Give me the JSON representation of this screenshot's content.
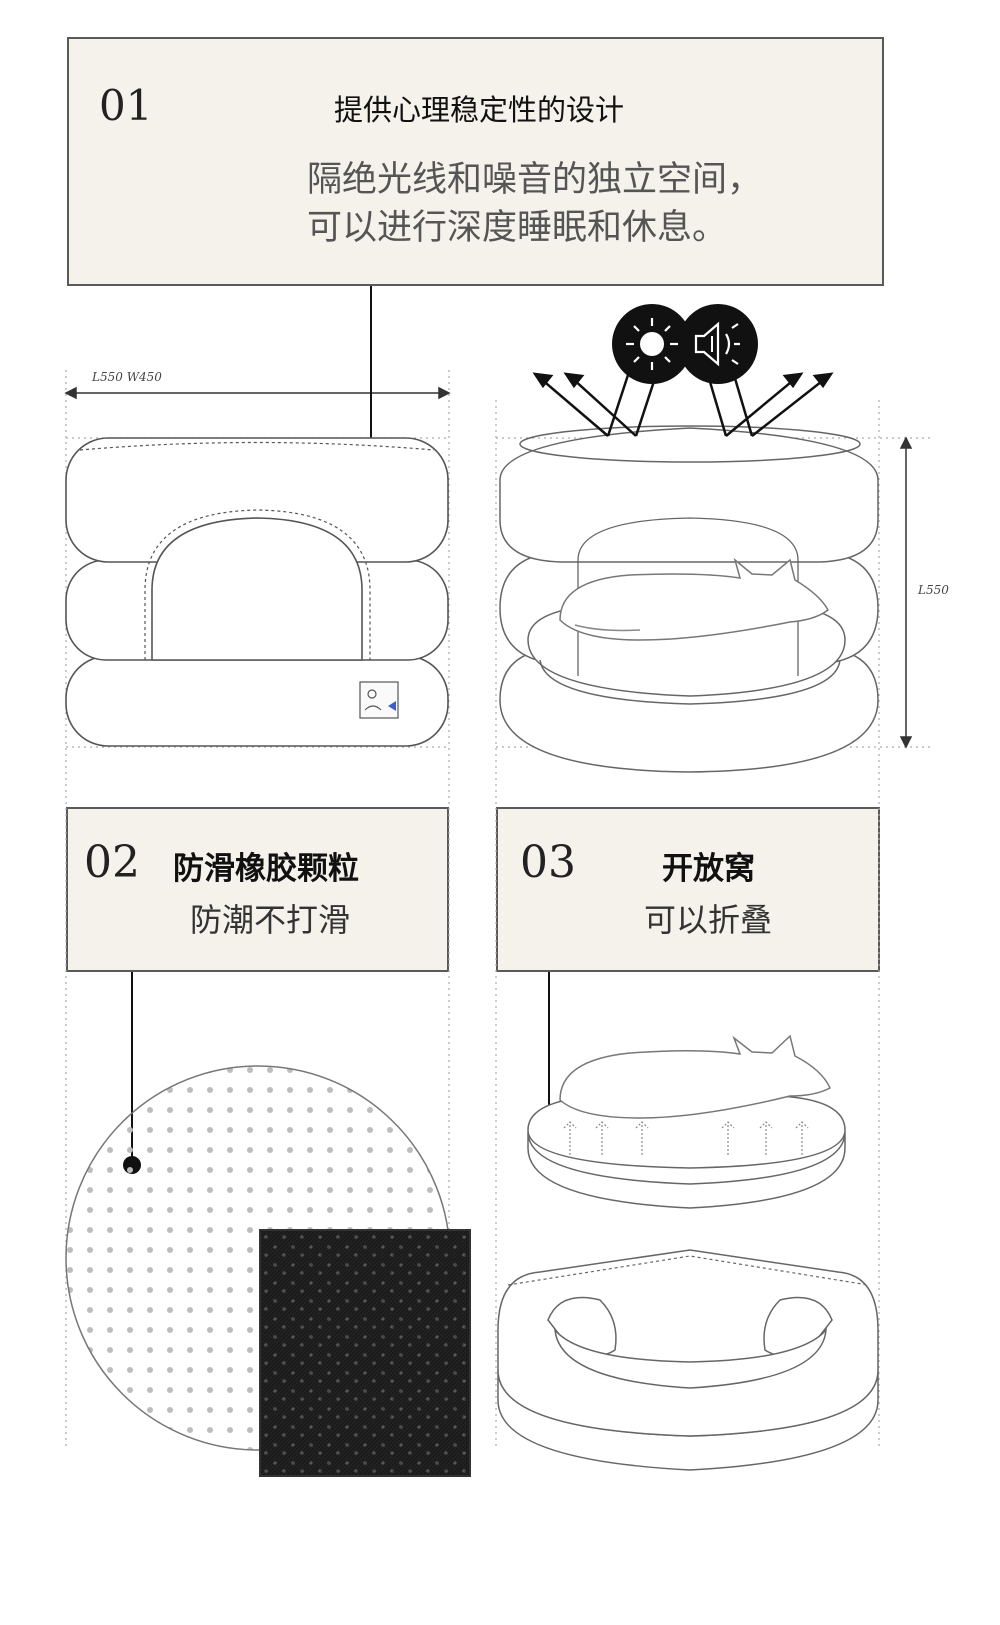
{
  "section1": {
    "number": "01",
    "title": "提供心理稳定性的设计",
    "line1": "隔绝光线和噪音的独立空间，",
    "line2": "可以进行深度睡眠和休息。"
  },
  "section2": {
    "number": "02",
    "title": "防滑橡胶颗粒",
    "subtitle": "防潮不打滑"
  },
  "section3": {
    "number": "03",
    "title": "开放窝",
    "subtitle": "可以折叠"
  },
  "dimensions": {
    "width_label": "L550 W450",
    "height_label": "L550"
  },
  "icons": {
    "light": "sun-icon",
    "noise": "speaker-icon"
  },
  "colors": {
    "panel_bg": "#f5f2ec",
    "panel_border": "#5a5a5a",
    "line": "#666666",
    "mat": "#1b1b1b"
  }
}
